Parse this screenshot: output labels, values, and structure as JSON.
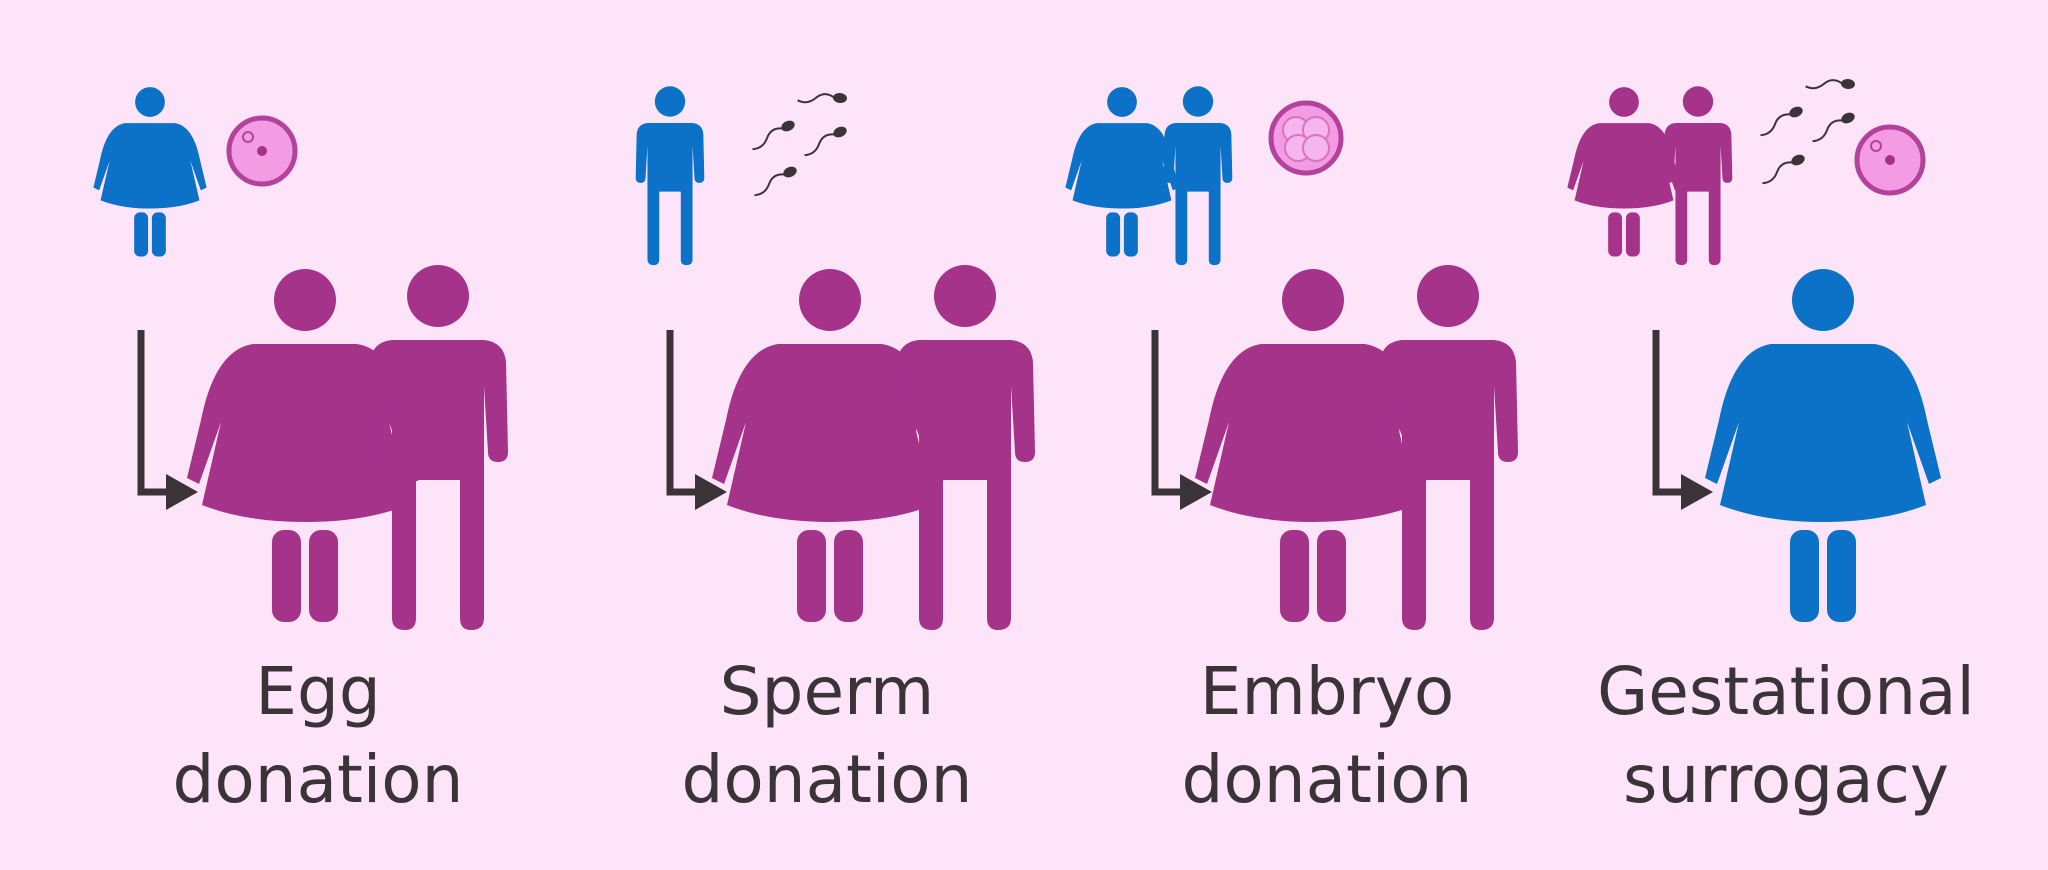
{
  "colors": {
    "background": "#fde4f8",
    "donor_blue": "#0b72c7",
    "recipient_magenta": "#a5338a",
    "arrow": "#3a3438",
    "cell_fill": "#f39be3",
    "cell_ring": "#b3429c",
    "text": "#3a3438"
  },
  "panels": [
    {
      "line1": "Egg",
      "line2": "donation"
    },
    {
      "line1": "Sperm",
      "line2": "donation"
    },
    {
      "line1": "Embryo",
      "line2": "donation"
    },
    {
      "line1": "Gestational",
      "line2": "surrogacy"
    }
  ]
}
